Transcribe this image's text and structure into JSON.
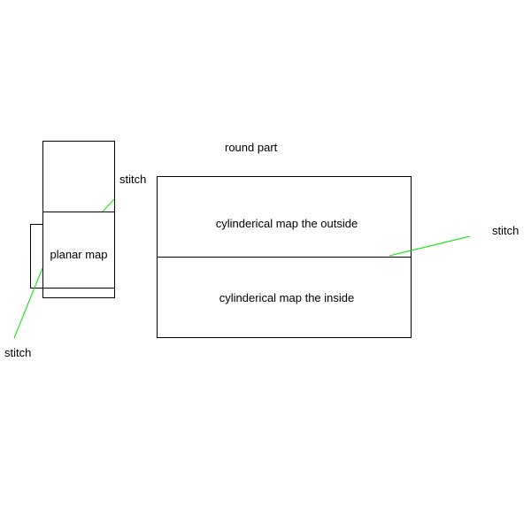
{
  "labels": {
    "round_part": "round part",
    "planar_map": "planar map",
    "cyl_outside": "cylinderical map the outside",
    "cyl_inside": "cylinderical map the inside",
    "stitch_top": "stitch",
    "stitch_right": "stitch",
    "stitch_bottom_left": "stitch"
  },
  "colors": {
    "line": "#000000",
    "stitch": "#00e600",
    "text": "#000000",
    "background": "#ffffff"
  }
}
